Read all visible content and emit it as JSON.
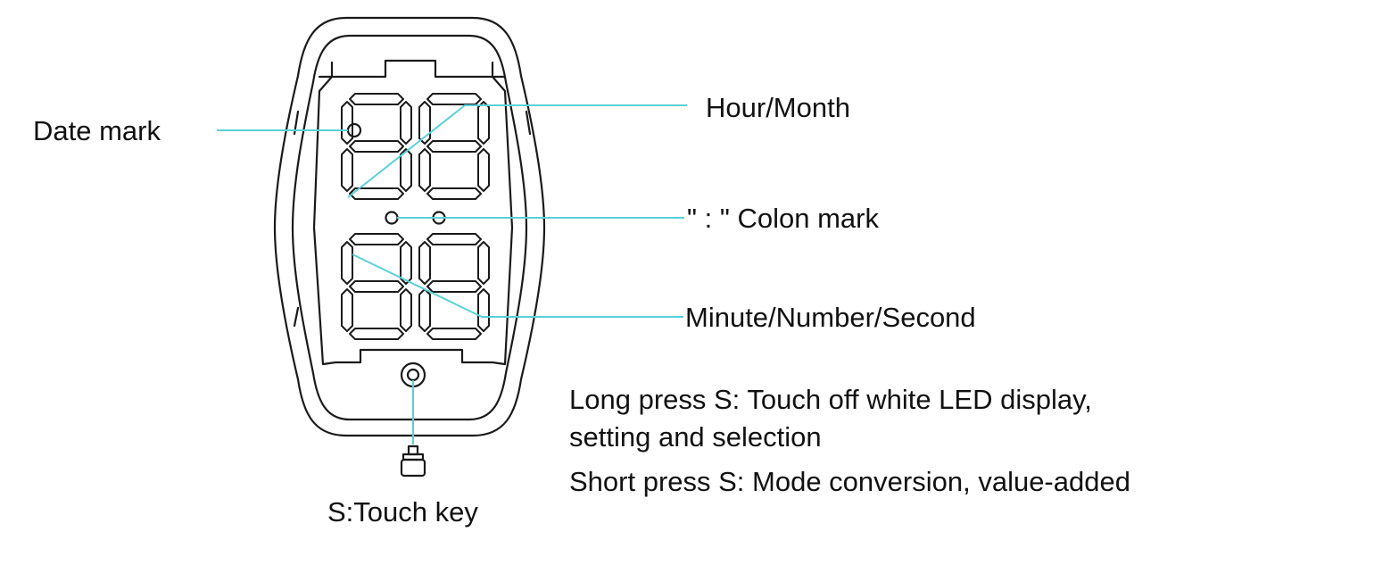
{
  "labels": {
    "date_mark": "Date mark",
    "hour_month": "Hour/Month",
    "colon_mark": "\" : \" Colon mark",
    "minute_number_second": "Minute/Number/Second",
    "touch_key": "S:Touch key"
  },
  "instructions": {
    "long_press_line1": "Long press S: Touch off white LED display,",
    "long_press_line2": "setting and selection",
    "short_press": "Short press S: Mode conversion, value-added"
  },
  "colors": {
    "leader_line": "#5ad0d8",
    "outline": "#1a1a1a",
    "text": "#111111"
  },
  "display": {
    "digit_count": 4,
    "layout": "2x2",
    "segments_per_digit": 7
  }
}
